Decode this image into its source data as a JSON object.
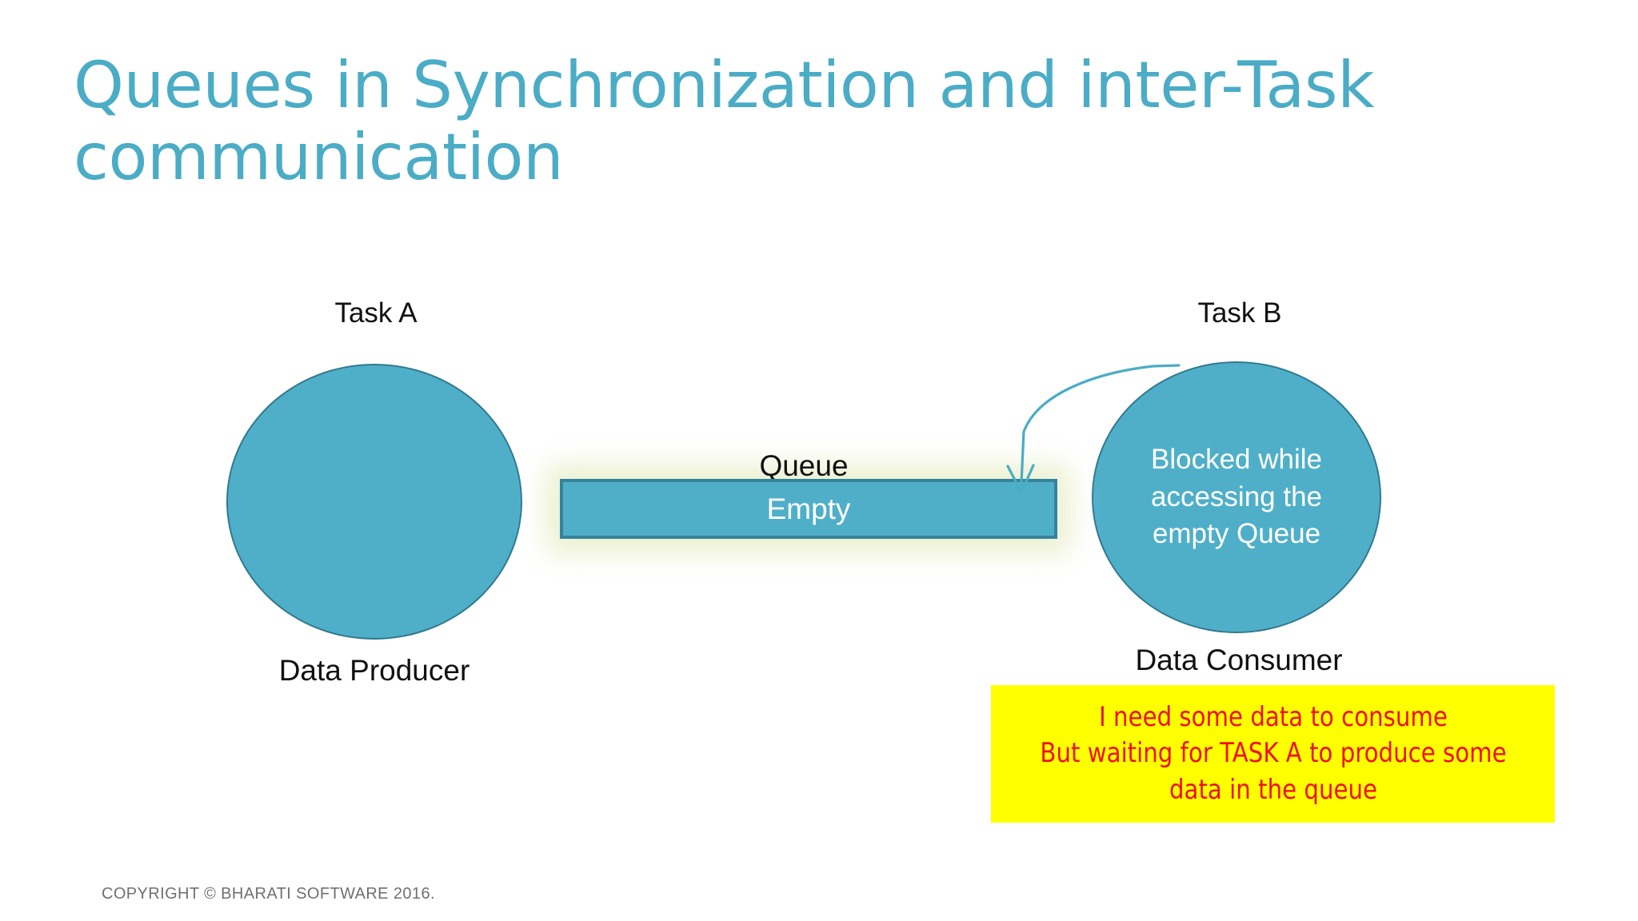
{
  "slide": {
    "title": "Queues in Synchronization and inter-Task communication",
    "title_color": "#4BACC6",
    "background_color": "#ffffff"
  },
  "diagram": {
    "task_a": {
      "label": "Task A",
      "role_label": "Data Producer",
      "fill_color": "#4FAFC9",
      "border_color": "#31798F"
    },
    "task_b": {
      "label": "Task B",
      "role_label": "Data Consumer",
      "body_text": "Blocked while\naccessing the\nempty Queue",
      "fill_color": "#4FAFC9",
      "border_color": "#31798F",
      "text_color": "#FFFFFF"
    },
    "queue": {
      "caption": "Queue",
      "state_text": "Empty",
      "fill_color": "#4FAFC9",
      "border_color": "#35839B",
      "glow_color": "#E9EFCB"
    },
    "arrow": {
      "name": "blocked-access-arrow",
      "color": "#4BACC6",
      "direction": "from Task B down to Queue"
    },
    "callout": {
      "text": "I need some data to consume\nBut waiting for TASK A to produce some\ndata in the queue",
      "background_color": "#FFFF00",
      "text_color": "#EE1111"
    }
  },
  "footer": {
    "copyright": "COPYRIGHT © BHARATI SOFTWARE 2016.",
    "color": "#6F7072"
  }
}
